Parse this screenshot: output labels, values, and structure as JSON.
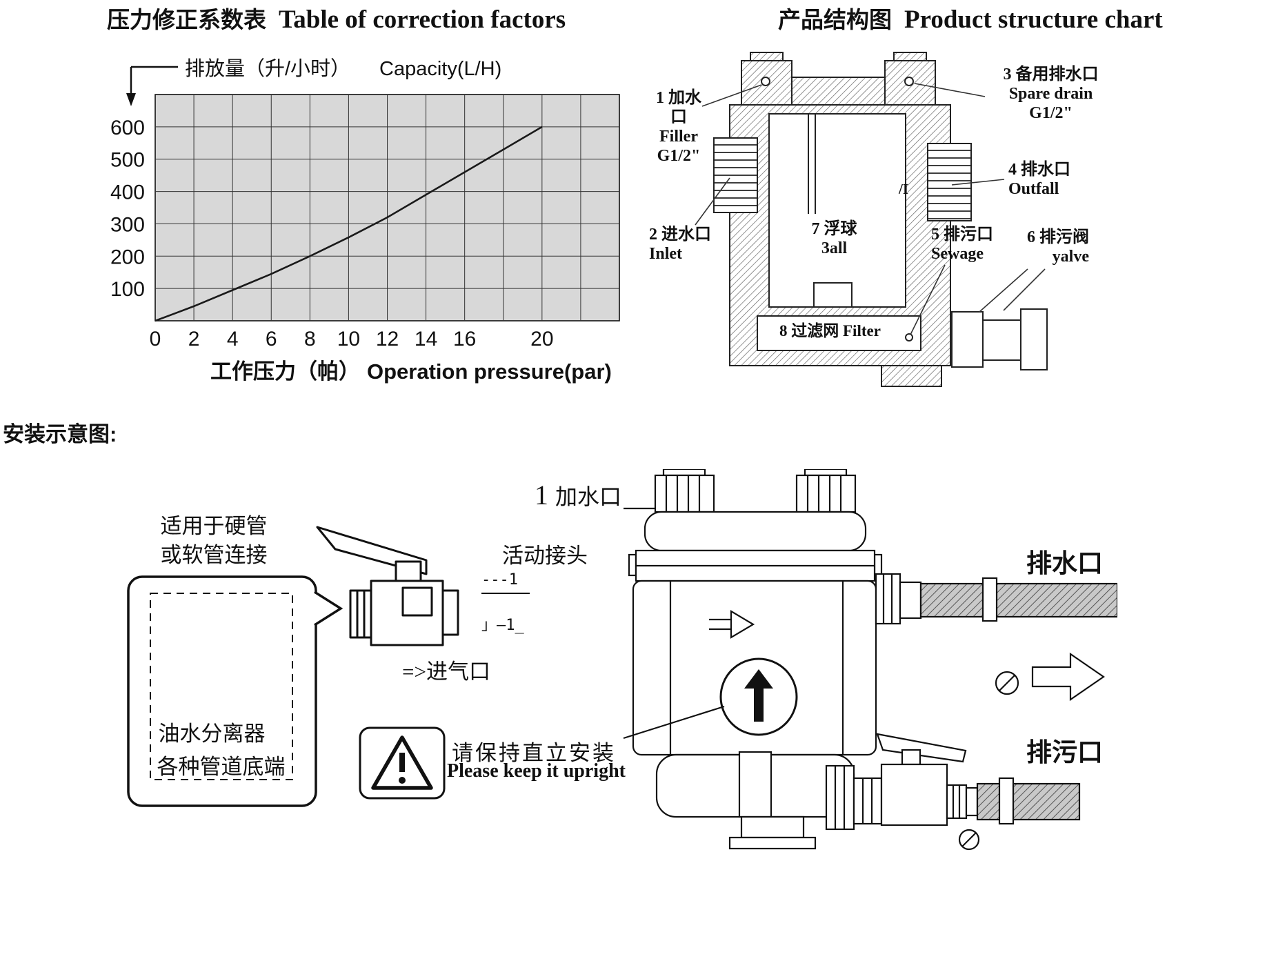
{
  "titles": {
    "chart_zh": "压力修正系数表",
    "chart_en": "Table of correction factors",
    "structure_zh": "产品结构图",
    "structure_en": "Product structure chart",
    "installation_heading": "安装示意图:"
  },
  "chart_data": {
    "type": "line",
    "title": "压力修正系数表 Table of correction factors",
    "xlabel_zh": "工作压力（帕）",
    "xlabel_en": "Operation pressure(par)",
    "ylabel_zh": "排放量（升/小时）",
    "ylabel_en": "Capacity(L/H)",
    "x": [
      0,
      2,
      4,
      6,
      8,
      10,
      12,
      14,
      16,
      18,
      20
    ],
    "y": [
      0,
      45,
      95,
      145,
      200,
      258,
      320,
      390,
      460,
      530,
      600
    ],
    "xlim": [
      0,
      24
    ],
    "ylim": [
      0,
      700
    ],
    "x_grid_step": 2,
    "y_grid_step": 100,
    "x_ticks": [
      0,
      2,
      4,
      6,
      8,
      10,
      12,
      14,
      16,
      20
    ],
    "y_ticks": [
      100,
      200,
      300,
      400,
      500,
      600
    ],
    "grid": true,
    "legend": "none",
    "plot_bg": "#d8d8d8",
    "line_color": "#1a1a1a"
  },
  "structure": {
    "parts": {
      "filler": {
        "line1": "1 加水口",
        "line2": "Filler",
        "line3": "G1/2\""
      },
      "inlet": {
        "line1": "2 进水口",
        "line2": "Inlet"
      },
      "spare_drain": {
        "line1": "3 备用排水口",
        "line2": "Spare drain",
        "line3": "G1/2\""
      },
      "outfall": {
        "line1": "4 排水口",
        "line2": "Outfall"
      },
      "sewage": {
        "line1": "5 排污口",
        "line2": "Sewage"
      },
      "drain_valve": {
        "line1": "6 排污阀",
        "line2": "yalve"
      },
      "float_ball": {
        "line1": "7 浮球",
        "line2": "3all"
      },
      "filter": {
        "line1": "8 过滤网 Filter"
      }
    },
    "stray_mark": "/I"
  },
  "installation": {
    "pipe_note_line1": "适用于硬管",
    "pipe_note_line2": "或软管连接",
    "bubble_line1": "油水分离器",
    "bubble_line2": "各种管道底端",
    "union_label": "活动接头",
    "dim_mark1": "---1",
    "dim_mark2": "」—1_",
    "air_inlet": "=>进气口",
    "upright_zh": "请保持直立安装",
    "upright_en": "Please keep it upright",
    "filler_num": "1",
    "filler_zh": "加水口",
    "outlet_label": "排水口",
    "sewage_label": "排污口"
  }
}
